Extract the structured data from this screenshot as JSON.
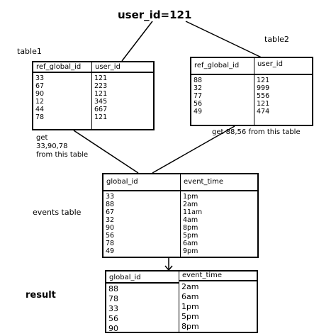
{
  "title": "user_id=121",
  "table1": {
    "label": "table1",
    "headers": [
      "ref_global_id",
      "user_id"
    ],
    "col1": [
      "33",
      "67",
      "90",
      "12",
      "44",
      "78"
    ],
    "col2": [
      "121",
      "223",
      "121",
      "345",
      "667",
      "121"
    ],
    "note": [
      "get",
      "33,90,78",
      "from this table"
    ]
  },
  "table2": {
    "label": "table2",
    "headers": [
      "ref_global_id",
      "user_id"
    ],
    "col1": [
      "88",
      "32",
      "77",
      "56",
      "49"
    ],
    "col2": [
      "121",
      "999",
      "556",
      "121",
      "474"
    ],
    "note": "get 88,56 from this table"
  },
  "events": {
    "label": "events table",
    "headers": [
      "global_id",
      "event_time"
    ],
    "col1": [
      "33",
      "88",
      "67",
      "32",
      "90",
      "56",
      "78",
      "49"
    ],
    "col2": [
      "1pm",
      "2am",
      "11am",
      "4am",
      "8pm",
      "5pm",
      "6am",
      "9pm"
    ]
  },
  "result": {
    "label": "result",
    "headers": [
      "global_id",
      "event_time"
    ],
    "col1": [
      "88",
      "78",
      "33",
      "56",
      "90"
    ],
    "col2": [
      "2am",
      "6am",
      "1pm",
      "5pm",
      "8pm"
    ]
  }
}
